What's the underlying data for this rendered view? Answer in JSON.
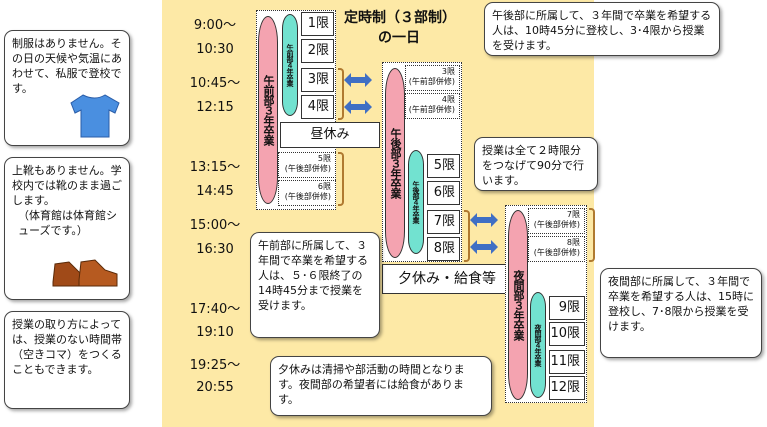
{
  "title": {
    "line1": "定時制（３部制）",
    "line2": "の一日"
  },
  "times": [
    "9:00～",
    "10:30",
    "10:45～",
    "12:15",
    "13:15～",
    "14:45",
    "15:00～",
    "16:30",
    "17:40～",
    "19:10",
    "19:25～",
    "20:55"
  ],
  "notes": {
    "uniform": "制服はありません。その日の天候や気温にあわせて、私服で登校です。",
    "shoes1": "上靴もありません。学校内では靴のまま過ごします。",
    "shoes2": "（体育館は体育館シューズです。）",
    "classes": "授業の取り方によっては、授業のない時間帯（空きコマ）をつくることもできます。",
    "morning": "午前部に所属して、３年間で卒業を希望する人は、５･６限終了の14時45分まで授業を受けます。",
    "afternoon": "午後部に所属して、３年間で卒業を希望する人は、10時45分に登校し、3･4限から授業を受けます。",
    "lesson": "授業は全て２時限分をつなげて90分で行います。",
    "evening": "夜間部に所属して、３年間で卒業を希望する人は、15時に登校し、7･8限から授業を受けます。",
    "dinner": "夕休みは清掃や部活動の時間となります。夜間部の希望者には給食があります。"
  },
  "morning": {
    "label": "午前部３年卒業",
    "label4": "午前部４年卒業",
    "periods": [
      "1限",
      "2限",
      "3限",
      "4限"
    ],
    "extra": [
      {
        "p": "5限",
        "s": "(午後部併修)"
      },
      {
        "p": "6限",
        "s": "(午後部併修)"
      }
    ]
  },
  "afternoon": {
    "label": "午後部３年卒業",
    "label4": "午後部４年卒業",
    "extra": [
      {
        "p": "3限",
        "s": "(午前部併修)"
      },
      {
        "p": "4限",
        "s": "(午前部併修)"
      }
    ],
    "periods": [
      "5限",
      "6限",
      "7限",
      "8限"
    ]
  },
  "evening": {
    "label": "夜間部３年卒業",
    "label4": "夜間部４年卒業",
    "extra": [
      {
        "p": "7限",
        "s": "(午後部併修)"
      },
      {
        "p": "8限",
        "s": "(午後部併修)"
      }
    ],
    "periods": [
      "9限",
      "10限",
      "11限",
      "12限"
    ]
  },
  "bands": {
    "lunch": "昼休み",
    "dinner": "夕休み・給食等"
  },
  "colors": {
    "panel": "#fde9a6",
    "pink": "#f4a3b0",
    "teal": "#72e2d0",
    "arrow": "#3f6fc4",
    "brace": "#b07a30",
    "shirt": "#4a8fe0",
    "shoe": "#a04a18"
  }
}
